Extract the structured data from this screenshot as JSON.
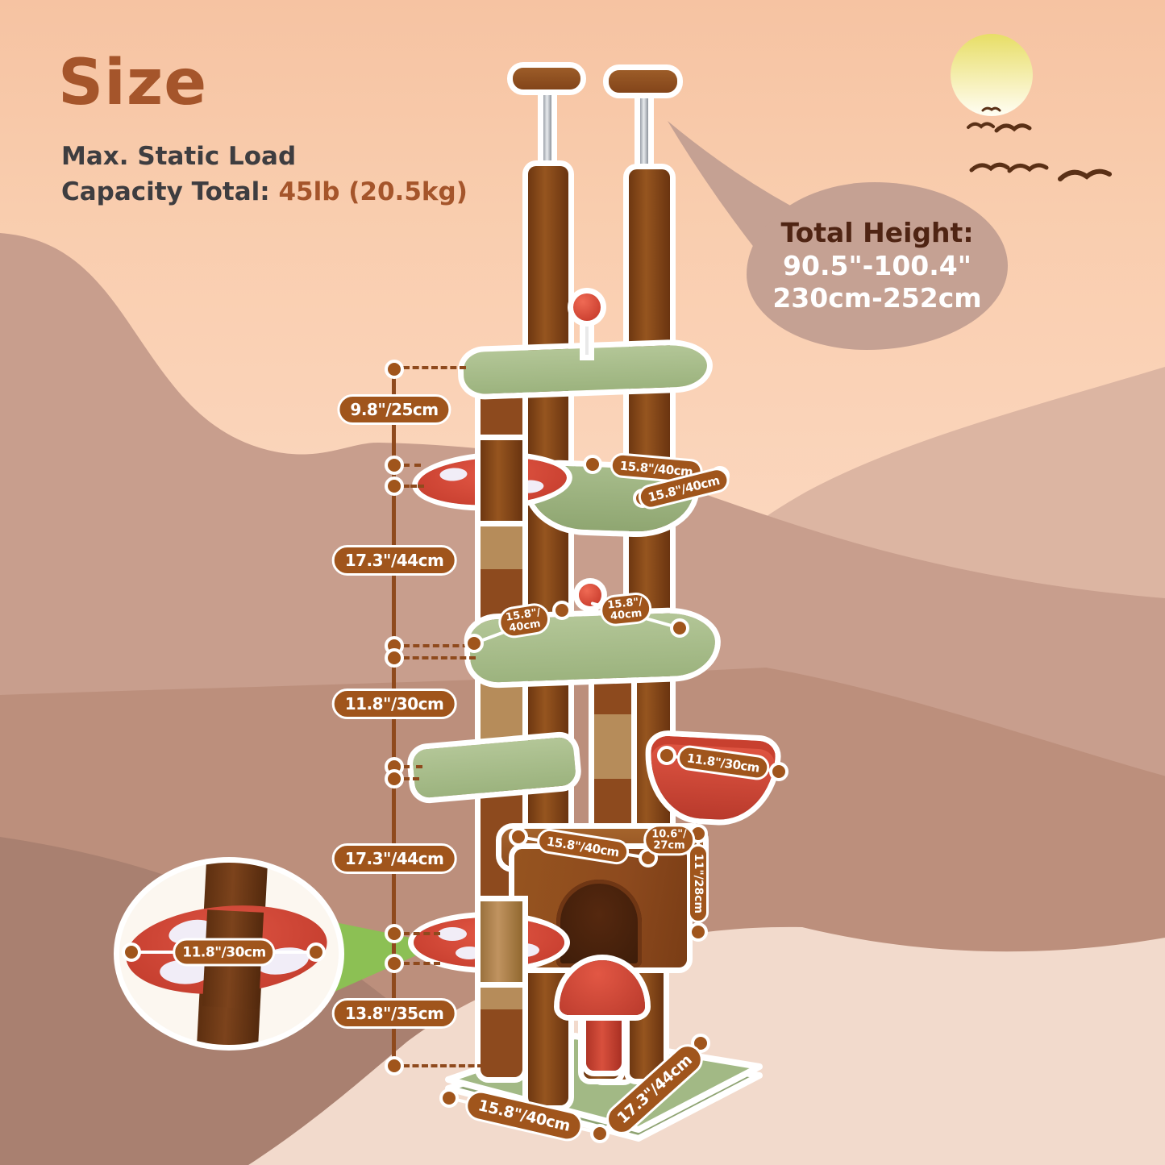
{
  "title": "Size",
  "subtitle": {
    "line1": "Max. Static Load",
    "line2_label": "Capacity Total: ",
    "line2_value": "45lb (20.5kg)"
  },
  "bubble": {
    "heading": "Total Height:",
    "range_inches": "90.5\"-100.4\"",
    "range_cm": "230cm-252cm"
  },
  "measure_line": {
    "segments": [
      "9.8\"/25cm",
      "17.3\"/44cm",
      "11.8\"/30cm",
      "17.3\"/44cm",
      "13.8\"/35cm"
    ]
  },
  "tree_labels": {
    "hammock_width": "15.8\"/40cm",
    "hammock_depth": "15.8\"/40cm",
    "platform_width_line1": "15.8\"/",
    "platform_width_line2": "40cm",
    "platform_depth_line1": "15.8\"/",
    "platform_depth_line2": "40cm",
    "basket_diameter": "11.8\"/30cm",
    "condo_width": "15.8\"/40cm",
    "condo_depth_line1": "10.6\"/",
    "condo_depth_line2": "27cm",
    "condo_height": "11\"/28cm",
    "mushroom_platform_diameter": "11.8\"/30cm",
    "base_width": "15.8\"/40cm",
    "base_depth": "17.3\"/44cm"
  },
  "colors": {
    "accent_brown": "#a5552b",
    "pill_brown": "#a0551c",
    "measure_line_brown": "#8f4a1d",
    "bubble_mauve": "#c5a193",
    "platform_green": "#a9bd8e",
    "plush_red": "#d24b3a",
    "post_brown": "#8d4a1e",
    "sisal_tan": "#b68c5a",
    "callout_green": "#8cc054"
  }
}
